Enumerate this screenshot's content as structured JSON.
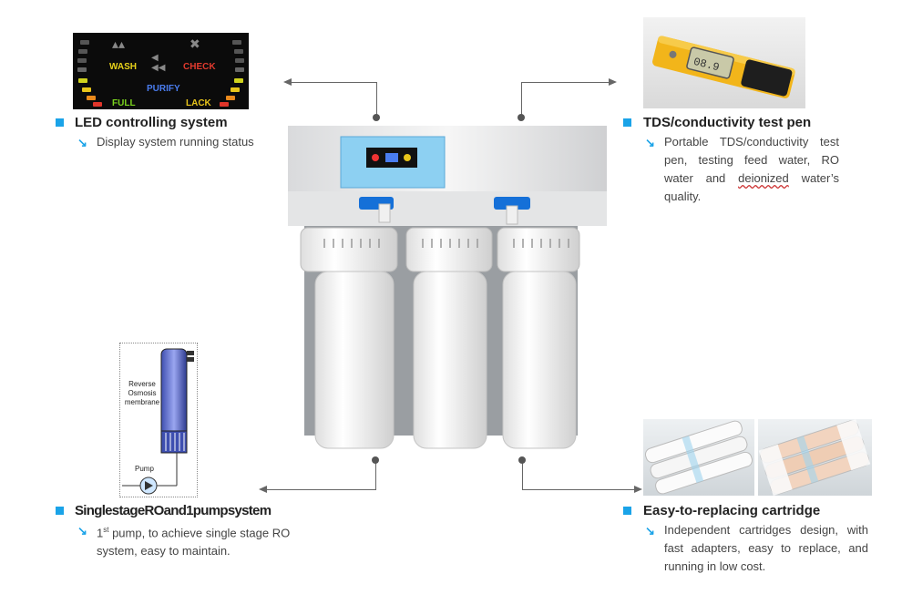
{
  "led": {
    "labels": {
      "wash": "WASH",
      "check": "CHECK",
      "purify": "PURIFY",
      "full": "FULL",
      "lack": "LACK"
    },
    "heading": "LED controlling system",
    "desc": "Display system running status"
  },
  "tds": {
    "heading": "TDS/conductivity test pen",
    "desc_part1": "Portable TDS/conductivity test pen, testing feed water, RO water and ",
    "desc_wavy": "deionized",
    "desc_part2": " water’s quality."
  },
  "ro": {
    "diagram": {
      "membrane_label": "Reverse Osmosis membrane",
      "pump_label": "Pump"
    },
    "heading": "SinglestageROand1pumpsystem",
    "desc_prefix": "1",
    "desc_sup": "st",
    "desc_rest": " pump, to achieve single stage RO system, easy to maintain."
  },
  "cartridge": {
    "heading": "Easy-to-replacing cartridge",
    "desc": "Independent cartridges design, with fast adapters, easy to replace, and running in low cost."
  },
  "colors": {
    "accent": "#1aa3e8",
    "connector": "#666666",
    "panel_blue": "#7cc6ef"
  },
  "icons": {
    "bullet": "square",
    "sub_bullet": "arrow-down-right"
  }
}
